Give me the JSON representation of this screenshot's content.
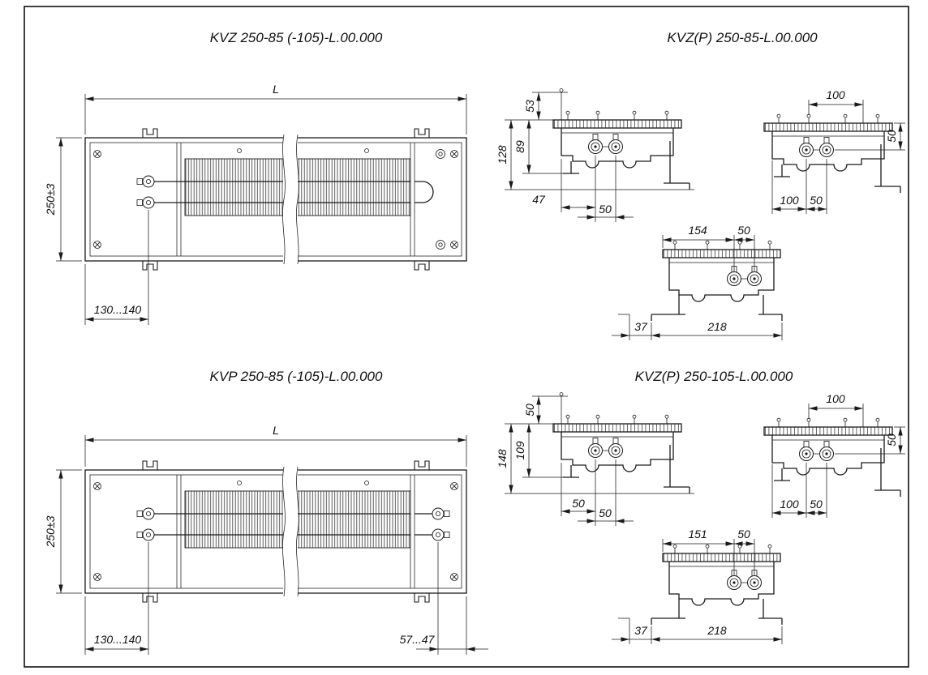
{
  "top_left": {
    "title": "KVZ 250-85 (-105)-L.00.000",
    "dims": {
      "length": "L",
      "height": "250±3",
      "inlet_offset": "130...140"
    }
  },
  "bottom_left": {
    "title": "KVP 250-85 (-105)-L.00.000",
    "dims": {
      "length": "L",
      "height": "250±3",
      "inlet_offset": "130...140",
      "outlet_offset": "57...47"
    }
  },
  "top_right": {
    "title": "KVZ(P) 250-85-L.00.000",
    "side_section": {
      "h_top": "53",
      "h_total": "128",
      "h_body": "89",
      "valve_offset": "47",
      "valve_spacing": "50"
    },
    "end_section": {
      "top_width": "100",
      "side_height": "50",
      "bottom_offset": "100",
      "bottom_spacing": "50"
    },
    "front_section": {
      "valve_offset": "154",
      "valve_spacing": "50",
      "foot_offset": "37",
      "feet_span": "218"
    }
  },
  "bottom_right": {
    "title": "KVZ(P) 250-105-L.00.000",
    "side_section": {
      "h_top": "50",
      "h_total": "148",
      "h_body": "109",
      "valve_offset": "50",
      "valve_spacing": "50"
    },
    "end_section": {
      "top_width": "100",
      "side_height": "50",
      "bottom_offset": "100",
      "bottom_spacing": "50"
    },
    "front_section": {
      "valve_offset": "151",
      "valve_spacing": "50",
      "foot_offset": "37",
      "feet_span": "218"
    }
  }
}
